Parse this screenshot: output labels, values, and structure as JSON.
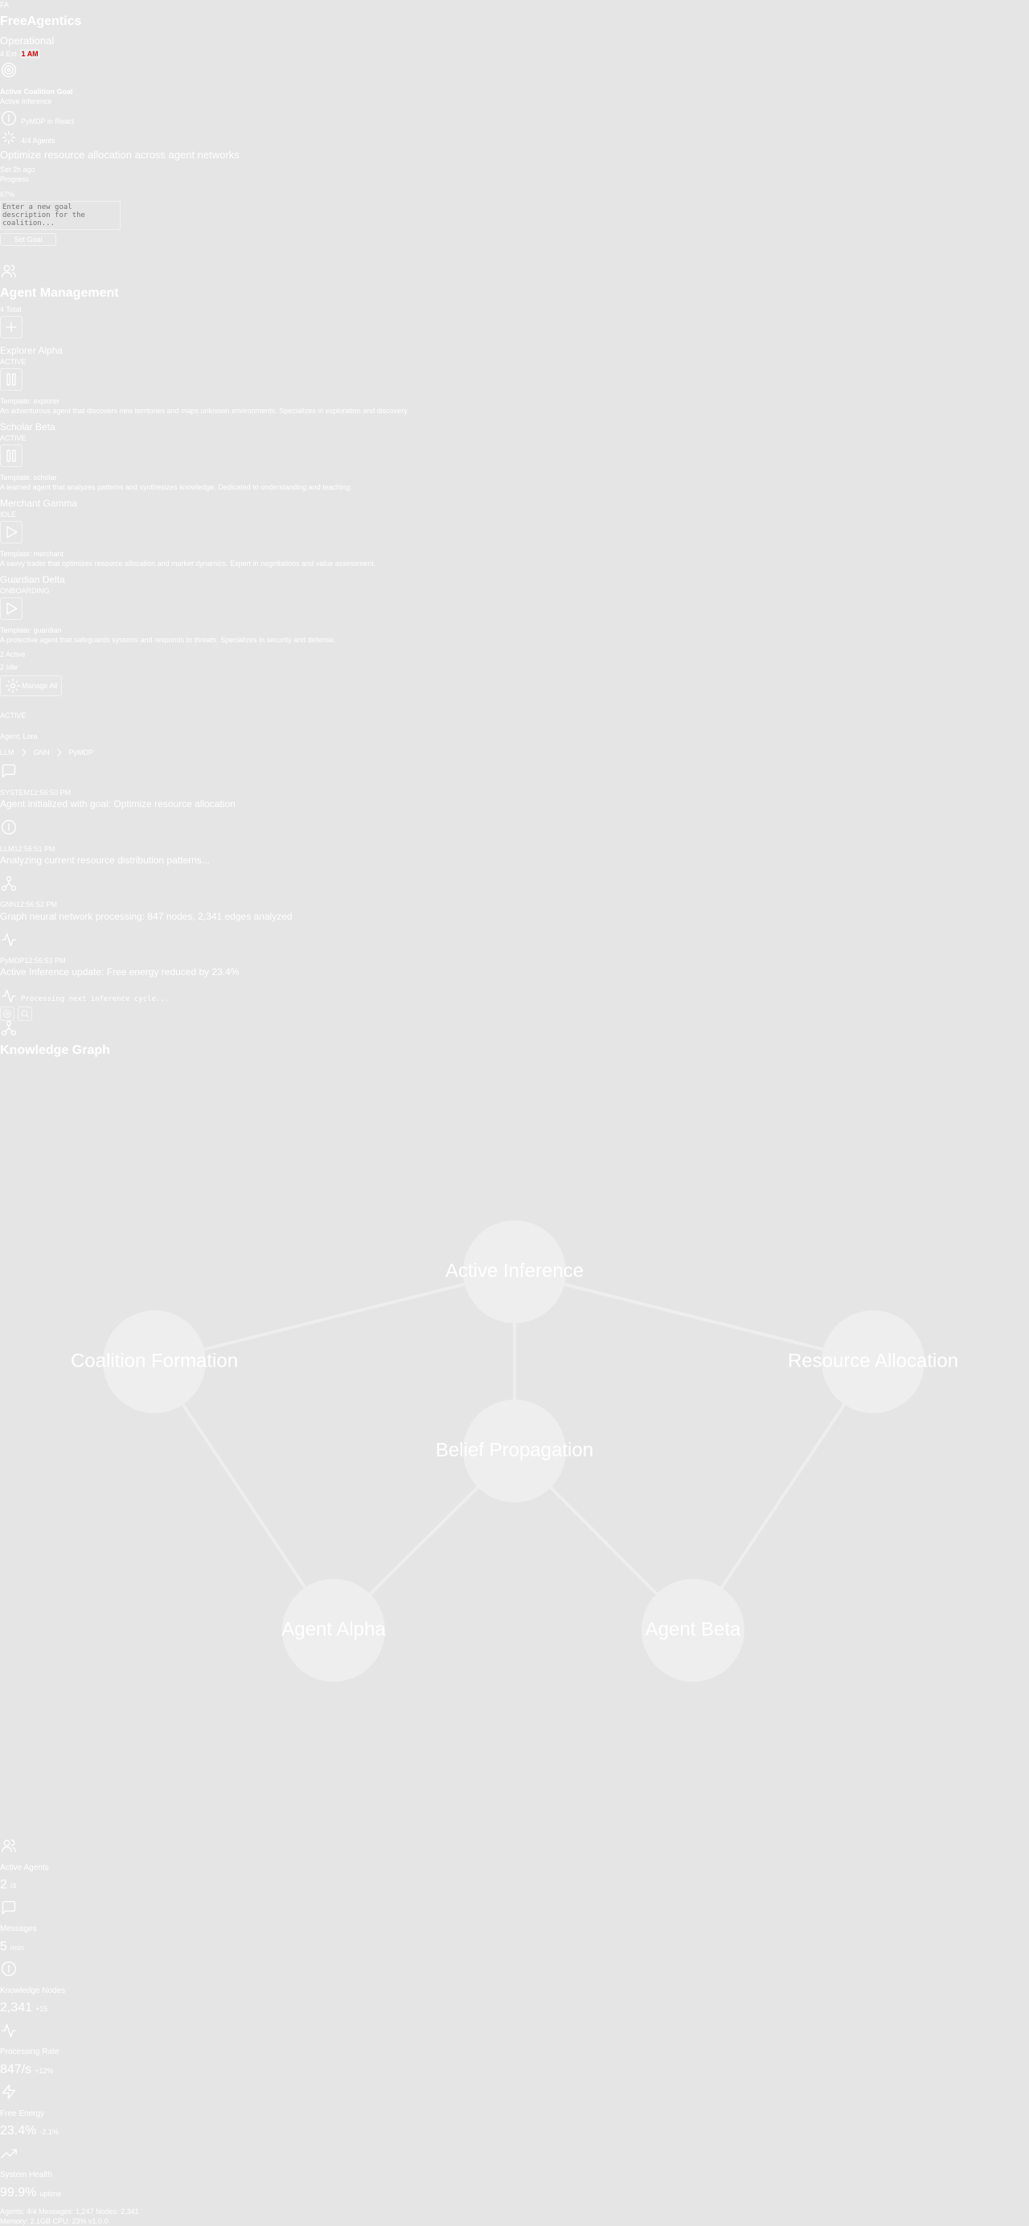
{
  "header": {
    "avatar_initials": "FA",
    "app_title": "FreeAgentics",
    "status_label": "Operational",
    "agents_short": "4 Ext",
    "status_badge": "1 AM"
  },
  "goal_panel": {
    "title": "Active Coalition Goal",
    "subtitle": "Active Inference",
    "prep_label": "PyMDP in React",
    "agents_label": "4/4 Agents",
    "goal_text": "Optimize resource allocation across agent networks",
    "set_label": "Set 2h ago",
    "progress_label": "Progress",
    "percent_label": "67%",
    "input_placeholder": "Enter a new goal description for the coalition...",
    "submit_label": "Set Goal"
  },
  "agent_mgmt": {
    "title": "Agent Management",
    "count_label": "4 Total",
    "agents": [
      {
        "name": "Explorer Alpha",
        "status": "ACTIVE",
        "template": "Template: explorer",
        "desc": "An adventurous agent that discovers new territories and maps unknown environments. Specializes in exploration and discovery.",
        "icon": "pause"
      },
      {
        "name": "Scholar Beta",
        "status": "ACTIVE",
        "template": "Template: scholar",
        "desc": "A learned agent that analyzes patterns and synthesizes knowledge. Dedicated to understanding and teaching.",
        "icon": "pause"
      },
      {
        "name": "Merchant Gamma",
        "status": "IDLE",
        "template": "Template: merchant",
        "desc": "A savvy trader that optimizes resource allocation and market dynamics. Expert in negotiations and value assessment.",
        "icon": "play"
      },
      {
        "name": "Guardian Delta",
        "status": "ONBOARDING",
        "template": "Template: guardian",
        "desc": "A protective agent that safeguards systems and responds to threats. Specializes in security and defense.",
        "icon": "play"
      }
    ],
    "summary_active": "2 Active",
    "summary_idle": "2 Idle",
    "manage_label": "Manage All"
  },
  "conversation": {
    "status": "ACTIVE",
    "agent_label": "Agent: Lora",
    "crumbs": [
      "LLM",
      "GNN",
      "PyMDP"
    ],
    "messages": [
      {
        "icon": "message",
        "header": "SYSTEM12:56:50 PM",
        "text": "Agent initialized with goal: Optimize resource allocation"
      },
      {
        "icon": "info",
        "header": "LLM12:56:51 PM",
        "text": "Analyzing current resource distribution patterns..."
      },
      {
        "icon": "network",
        "header": "GNN12:56:52 PM",
        "text": "Graph neural network processing: 847 nodes, 2,341 edges analyzed"
      },
      {
        "icon": "activity",
        "header": "PyMDP12:56:53 PM",
        "text": "Active Inference update: Free energy reduced by 23.4%"
      }
    ],
    "processing": "Processing next inference cycle..."
  },
  "knowledge_graph": {
    "title": "Knowledge Graph",
    "nodes": [
      {
        "id": "ai",
        "label": "Active Inference"
      },
      {
        "id": "cf",
        "label": "Coalition Formation"
      },
      {
        "id": "ra",
        "label": "Resource Allocation"
      },
      {
        "id": "bp",
        "label": "Belief Propagation"
      },
      {
        "id": "aa",
        "label": "Agent Alpha"
      },
      {
        "id": "ab",
        "label": "Agent Beta"
      }
    ],
    "edges": [
      [
        "ai",
        "cf"
      ],
      [
        "ai",
        "ra"
      ],
      [
        "ai",
        "bp"
      ],
      [
        "cf",
        "aa"
      ],
      [
        "bp",
        "aa"
      ],
      [
        "bp",
        "ab"
      ],
      [
        "ra",
        "ab"
      ]
    ]
  },
  "metrics": [
    {
      "icon": "users",
      "title": "Active Agents",
      "value": "2",
      "unit": "/4"
    },
    {
      "icon": "message",
      "title": "Messages",
      "value": "5",
      "unit": "/min"
    },
    {
      "icon": "info",
      "title": "Knowledge Nodes",
      "value": "2,341",
      "unit": "+15"
    },
    {
      "icon": "activity",
      "title": "Processing Rate",
      "value": "847/s",
      "unit": "+12%"
    },
    {
      "icon": "zap",
      "title": "Free Energy",
      "value": "23.4%",
      "unit": "-2.1%"
    },
    {
      "icon": "trending",
      "title": "System Health",
      "value": "99.9%",
      "unit": "uptime"
    }
  ],
  "footer": {
    "line1": "Agents: 4/4 Messages: 1,247 Nodes: 2,341",
    "line2": "Memory: 2.1GB CPU: 23% v1.0.0"
  }
}
